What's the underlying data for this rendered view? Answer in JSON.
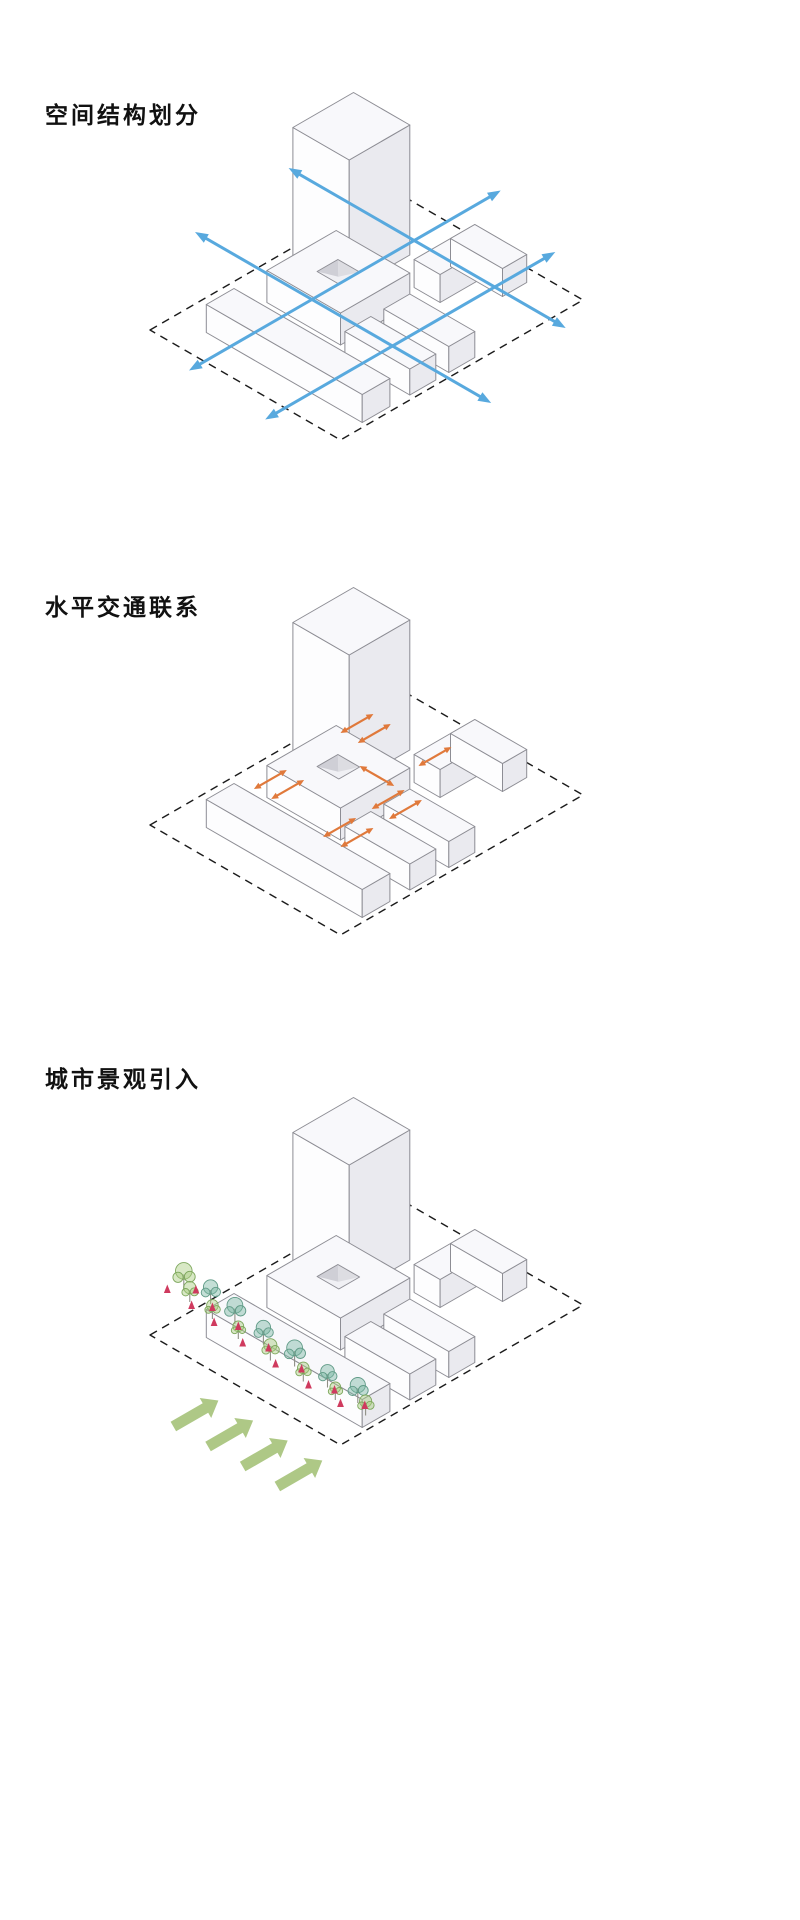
{
  "page": {
    "bg": "#ffffff"
  },
  "sections": [
    {
      "id": "spatial-structure",
      "label": "空间结构划分",
      "overlay": "axes"
    },
    {
      "id": "horizontal-traffic",
      "label": "水平交通联系",
      "overlay": "traffic"
    },
    {
      "id": "urban-landscape",
      "label": "城市景观引入",
      "overlay": "landscape"
    }
  ],
  "colors": {
    "outline": "#8d8d94",
    "face_top": "#f8f8fb",
    "face_left": "#fdfdfe",
    "face_right": "#eaeaef",
    "hole_wall_a": "#cfcfd6",
    "hole_wall_b": "#dddde2",
    "hole_floor": "#f0f0f4",
    "site_line": "#1c1c1c",
    "axes_arrow": "#58a9de",
    "traffic_arrow": "#e0793b",
    "green_arrow": "#aec886",
    "tree_fill": [
      "#a8cb7e",
      "#7cb8a3"
    ],
    "tree_stroke": [
      "#7da75c",
      "#5f9a86"
    ],
    "trunk": "#8f8f85",
    "shrub": "#cf3a5e"
  },
  "diagram": {
    "site": {
      "a": [
        0,
        220
      ],
      "b": [
        0,
        280
      ]
    },
    "buildings": [
      {
        "name": "tower",
        "a": [
          10,
          75
        ],
        "b": [
          155,
          225
        ],
        "h": 130
      },
      {
        "name": "l-block-back",
        "a": [
          110,
          140
        ],
        "b": [
          195,
          265
        ],
        "h": 28
      },
      {
        "name": "l-block-front",
        "a": [
          110,
          170
        ],
        "b": [
          237,
          265
        ],
        "h": 28
      },
      {
        "name": "courtyard-slab",
        "a": [
          40,
          125
        ],
        "b": [
          95,
          175
        ],
        "h": 32,
        "hole": {
          "a": [
            70,
            95
          ],
          "b": [
            123,
            147
          ],
          "d": 14
        }
      },
      {
        "name": "bar-far",
        "a": [
          140,
          215
        ],
        "b": [
          130,
          160
        ],
        "h": 26
      },
      {
        "name": "bar-near",
        "a": [
          140,
          215
        ],
        "b": [
          85,
          115
        ],
        "h": 26
      },
      {
        "name": "long-bar",
        "a": [
          35,
          215
        ],
        "b": [
          30,
          62
        ],
        "h": 28
      }
    ],
    "overlays": {
      "axes": {
        "arrows": [
          {
            "a1": 75,
            "b1": -30,
            "a2": 75,
            "b2": 330,
            "z": 12
          },
          {
            "a1": 168,
            "b1": -35,
            "a2": 168,
            "b2": 300,
            "z": 12
          },
          {
            "a1": -70,
            "b1": 230,
            "a2": 250,
            "b2": 230,
            "z": 12
          },
          {
            "a1": -60,
            "b1": 112,
            "a2": 282,
            "b2": 112,
            "z": 12
          }
        ]
      },
      "traffic": {
        "arrows": [
          {
            "a1": 60,
            "b1": 60,
            "a2": 60,
            "b2": 98,
            "z": 36
          },
          {
            "a1": 80,
            "b1": 60,
            "a2": 80,
            "b2": 98,
            "z": 36
          },
          {
            "a1": 148,
            "b1": 52,
            "a2": 148,
            "b2": 90,
            "z": 36
          },
          {
            "a1": 168,
            "b1": 52,
            "a2": 168,
            "b2": 90,
            "z": 36
          },
          {
            "a1": 148,
            "b1": 108,
            "a2": 148,
            "b2": 146,
            "z": 36
          },
          {
            "a1": 168,
            "b1": 108,
            "a2": 168,
            "b2": 146,
            "z": 36
          },
          {
            "a1": 58,
            "b1": 162,
            "a2": 58,
            "b2": 200,
            "z": 40
          },
          {
            "a1": 78,
            "b1": 162,
            "a2": 78,
            "b2": 200,
            "z": 40
          },
          {
            "a1": 132,
            "b1": 178,
            "a2": 132,
            "b2": 216,
            "z": 36
          },
          {
            "a1": 102,
            "b1": 140,
            "a2": 142,
            "b2": 140,
            "z": 40
          }
        ]
      },
      "landscape": {
        "trees": [
          {
            "a": -25,
            "b": 64,
            "s": 1.15,
            "c": 0
          },
          {
            "a": -10,
            "b": 56,
            "s": 0.85,
            "c": 0
          },
          {
            "a": 4,
            "b": 66,
            "s": 1.0,
            "c": 1
          },
          {
            "a": 20,
            "b": 52,
            "s": 0.8,
            "c": 0
          },
          {
            "a": 38,
            "b": 60,
            "s": 1.1,
            "c": 1
          },
          {
            "a": 55,
            "b": 47,
            "s": 0.75,
            "c": 0
          },
          {
            "a": 75,
            "b": 56,
            "s": 1.0,
            "c": 1
          },
          {
            "a": 95,
            "b": 44,
            "s": 0.9,
            "c": 0
          },
          {
            "a": 115,
            "b": 52,
            "s": 1.1,
            "c": 1
          },
          {
            "a": 135,
            "b": 42,
            "s": 0.8,
            "c": 0
          },
          {
            "a": 155,
            "b": 50,
            "s": 0.95,
            "c": 1
          },
          {
            "a": 172,
            "b": 42,
            "s": 0.75,
            "c": 0
          },
          {
            "a": 188,
            "b": 52,
            "s": 1.05,
            "c": 1
          },
          {
            "a": 205,
            "b": 44,
            "s": 0.85,
            "c": 0
          }
        ],
        "shrubs": [
          {
            "a": -32,
            "b": 52
          },
          {
            "a": -15,
            "b": 68
          },
          {
            "a": -2,
            "b": 50
          },
          {
            "a": 12,
            "b": 60
          },
          {
            "a": 28,
            "b": 46
          },
          {
            "a": 46,
            "b": 56
          },
          {
            "a": 65,
            "b": 42
          },
          {
            "a": 85,
            "b": 52
          },
          {
            "a": 105,
            "b": 40
          },
          {
            "a": 125,
            "b": 50
          },
          {
            "a": 145,
            "b": 38
          },
          {
            "a": 165,
            "b": 48
          },
          {
            "a": 182,
            "b": 38
          },
          {
            "a": 198,
            "b": 50
          }
        ],
        "arrows": [
          {
            "a1": 105,
            "b1": -78,
            "a2": 105,
            "b2": -26
          },
          {
            "a1": 145,
            "b1": -78,
            "a2": 145,
            "b2": -26
          },
          {
            "a1": 185,
            "b1": -78,
            "a2": 185,
            "b2": -26
          },
          {
            "a1": 225,
            "b1": -78,
            "a2": 225,
            "b2": -26
          }
        ]
      }
    }
  }
}
